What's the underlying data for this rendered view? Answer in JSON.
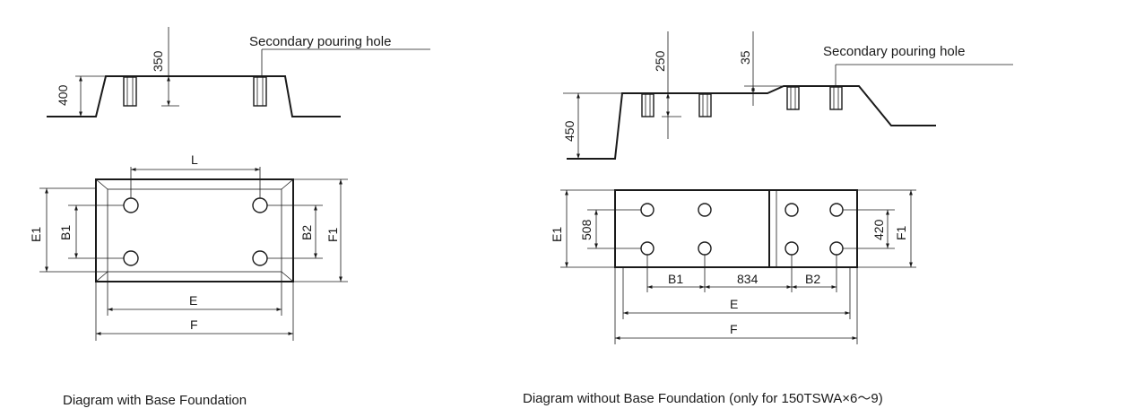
{
  "left": {
    "note": "Secondary pouring hole",
    "dim_400": "400",
    "dim_350": "350",
    "dim_L": "L",
    "dim_E1": "E1",
    "dim_B1": "B1",
    "dim_B2": "B2",
    "dim_F1": "F1",
    "dim_E": "E",
    "dim_F": "F",
    "caption": "Diagram with Base Foundation"
  },
  "right": {
    "note": "Secondary pouring hole",
    "dim_250": "250",
    "dim_35": "35",
    "dim_450": "450",
    "dim_E1": "E1",
    "dim_508": "508",
    "dim_420": "420",
    "dim_F1": "F1",
    "dim_B1": "B1",
    "dim_834": "834",
    "dim_B2": "B2",
    "dim_E": "E",
    "dim_F": "F",
    "caption": "Diagram without Base Foundation (only for 150TSWA×6～9)"
  }
}
